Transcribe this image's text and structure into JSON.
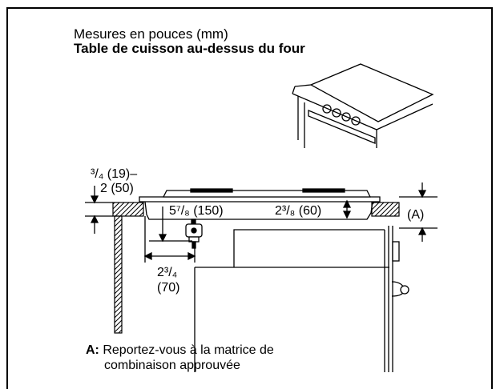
{
  "header": {
    "subtitle": "Mesures en pouces (mm)",
    "title": "Table de cuisson au-dessus du four"
  },
  "dimensions": {
    "top_thickness_line1": "³/₄ (19)–",
    "top_thickness_line2": "2 (50)",
    "depth_below": "5⁷/₈ (150)",
    "height_right": "2³/₈ (60)",
    "label_a": "(A)",
    "side_clearance_line1": "2³/₄",
    "side_clearance_line2": "(70)"
  },
  "legend": {
    "key": "A:",
    "line1": "Reportez-vous à la matrice de",
    "line2": "combinaison approuvée"
  }
}
